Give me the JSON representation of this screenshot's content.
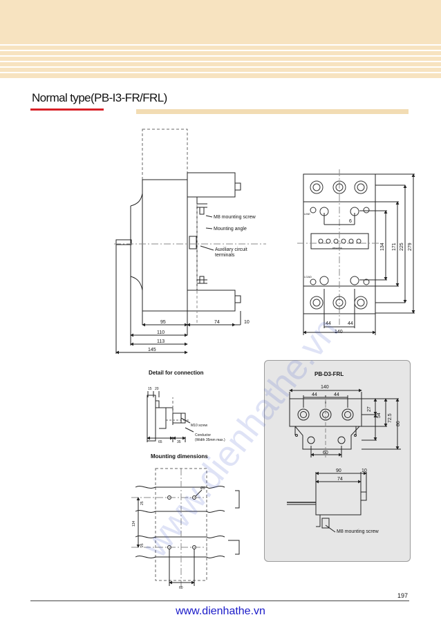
{
  "header": {
    "section_title": "Normal type(PB-I3-FR/FRL)"
  },
  "side_view": {
    "callouts": {
      "screw": "M8 mounting screw",
      "angle": "Mounting angle",
      "aux_1": "Auxiliary circuit",
      "aux_2": "terminals"
    },
    "dims": {
      "d95": "95",
      "d74": "74",
      "d10": "10",
      "d110": "110",
      "d113": "113",
      "d145": "145"
    }
  },
  "front_view": {
    "line_label": "LINE",
    "load_label": "LOAD",
    "terminal_label": "PB/A2/D3L",
    "dims": {
      "d6": "6",
      "d44a": "44",
      "d44b": "44",
      "d140": "140",
      "d134": "134",
      "d171": "171",
      "d225": "225",
      "d279": "279"
    }
  },
  "detail": {
    "title": "Detail for connection",
    "dims": {
      "d15": "15",
      "d20": "20",
      "d65": "65",
      "d35": "35"
    },
    "screw": "M10 screw",
    "conductor_1": "Conductor",
    "conductor_2": "(Width 35mm max.)"
  },
  "mounting": {
    "title": "Mounting dimensions",
    "hole": "Ø9",
    "dims": {
      "d134": "134",
      "d25a": "25",
      "d25b": "25",
      "d60": "60"
    }
  },
  "pbd3": {
    "title": "PB-D3-FRL",
    "dims": {
      "d140": "140",
      "d44a": "44",
      "d44b": "44",
      "d27": "27",
      "d54": "54",
      "d72": "72.5",
      "d86": "86",
      "d60": "60",
      "d90": "90",
      "d10": "10",
      "d74": "74"
    },
    "screw": "M8 mounting screw"
  },
  "footer": {
    "page_number": "197",
    "website": "www.dienhathe.vn"
  },
  "watermark": "www.dienhathe.vn",
  "colors": {
    "banner": "#f7e3c0",
    "accent_red": "#d81f26",
    "tan_bar": "#f2dcb3",
    "website_blue": "#1a1ac8"
  }
}
